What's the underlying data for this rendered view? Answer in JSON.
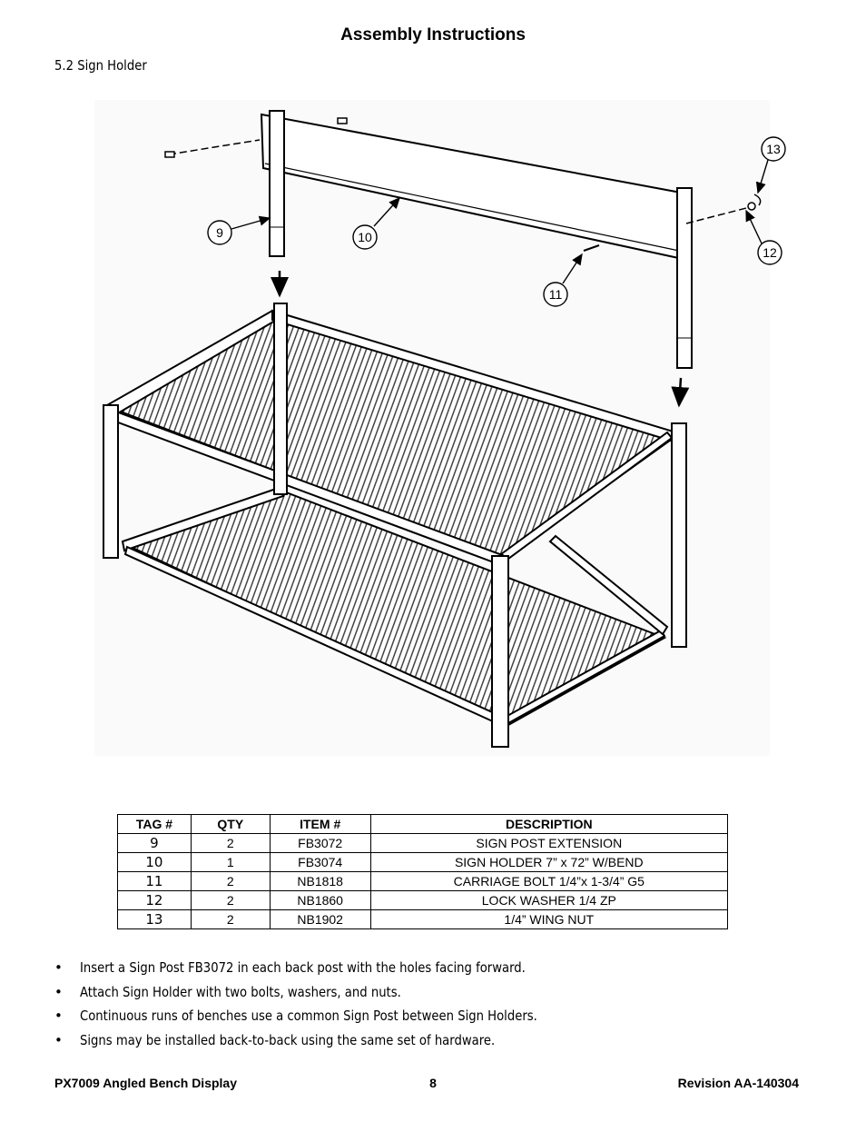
{
  "header": {
    "title": "Assembly Instructions",
    "section": "5.2 Sign Holder"
  },
  "figure": {
    "callouts": [
      "9",
      "10",
      "11",
      "12",
      "13"
    ]
  },
  "parts_table": {
    "headers": [
      "TAG #",
      "QTY",
      "ITEM #",
      "DESCRIPTION"
    ],
    "rows": [
      [
        "9",
        "2",
        "FB3072",
        "SIGN POST EXTENSION"
      ],
      [
        "10",
        "1",
        "FB3074",
        "SIGN HOLDER  7” x 72” W/BEND"
      ],
      [
        "11",
        "2",
        "NB1818",
        "CARRIAGE BOLT 1/4”x 1-3/4” G5"
      ],
      [
        "12",
        "2",
        "NB1860",
        "LOCK WASHER 1/4 ZP"
      ],
      [
        "13",
        "2",
        "NB1902",
        "1/4” WING NUT"
      ]
    ]
  },
  "instructions": [
    "Insert a Sign Post FB3072 in each back post with the holes facing forward.",
    "Attach Sign Holder with two bolts, washers, and nuts.",
    "Continuous runs of benches use a common Sign Post between Sign Holders.",
    "Signs may be installed back-to-back using the same set of hardware."
  ],
  "bullet_symbol": "•",
  "footer": {
    "left": "PX7009 Angled Bench Display",
    "page": "8",
    "revision": "Revision AA-140304"
  }
}
